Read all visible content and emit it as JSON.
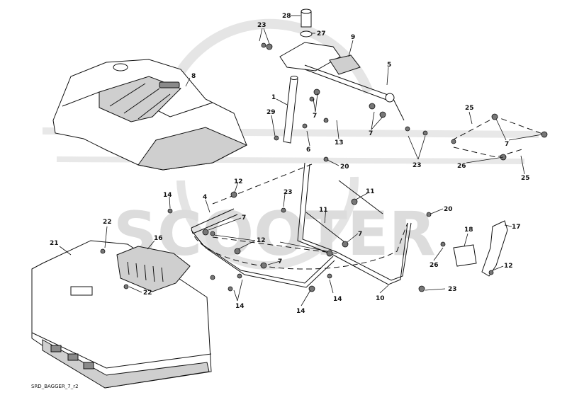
{
  "watermark": {
    "text": "SCOOTER",
    "color": "#d9d9d9"
  },
  "footer": {
    "code": "SRD_BAGGER_7_r2"
  },
  "labels": [
    {
      "id": "l28",
      "text": "28"
    },
    {
      "id": "l27",
      "text": "27"
    },
    {
      "id": "l23a",
      "text": "23"
    },
    {
      "id": "l9",
      "text": "9"
    },
    {
      "id": "l8",
      "text": "8"
    },
    {
      "id": "l5",
      "text": "5"
    },
    {
      "id": "l1",
      "text": "1"
    },
    {
      "id": "l29",
      "text": "29"
    },
    {
      "id": "l7a",
      "text": "7"
    },
    {
      "id": "l6",
      "text": "6"
    },
    {
      "id": "l13",
      "text": "13"
    },
    {
      "id": "l7b",
      "text": "7"
    },
    {
      "id": "l23b",
      "text": "23"
    },
    {
      "id": "l25a",
      "text": "25"
    },
    {
      "id": "l7c",
      "text": "7"
    },
    {
      "id": "l26a",
      "text": "26"
    },
    {
      "id": "l25b",
      "text": "25"
    },
    {
      "id": "l20a",
      "text": "20"
    },
    {
      "id": "l12a",
      "text": "12"
    },
    {
      "id": "l14a",
      "text": "14"
    },
    {
      "id": "l4",
      "text": "4"
    },
    {
      "id": "l23c",
      "text": "23"
    },
    {
      "id": "l11a",
      "text": "11"
    },
    {
      "id": "l11b",
      "text": "11"
    },
    {
      "id": "l20b",
      "text": "20"
    },
    {
      "id": "l7d",
      "text": "7"
    },
    {
      "id": "l22a",
      "text": "22"
    },
    {
      "id": "l7e",
      "text": "7"
    },
    {
      "id": "l16",
      "text": "16"
    },
    {
      "id": "l12b",
      "text": "12"
    },
    {
      "id": "l21",
      "text": "21"
    },
    {
      "id": "l7f",
      "text": "7"
    },
    {
      "id": "l18",
      "text": "18"
    },
    {
      "id": "l17",
      "text": "17"
    },
    {
      "id": "l26b",
      "text": "26"
    },
    {
      "id": "l12c",
      "text": "12"
    },
    {
      "id": "l22b",
      "text": "22"
    },
    {
      "id": "l14b",
      "text": "14"
    },
    {
      "id": "l14c",
      "text": "14"
    },
    {
      "id": "l14d",
      "text": "14"
    },
    {
      "id": "l10",
      "text": "10"
    },
    {
      "id": "l23d",
      "text": "23"
    }
  ]
}
